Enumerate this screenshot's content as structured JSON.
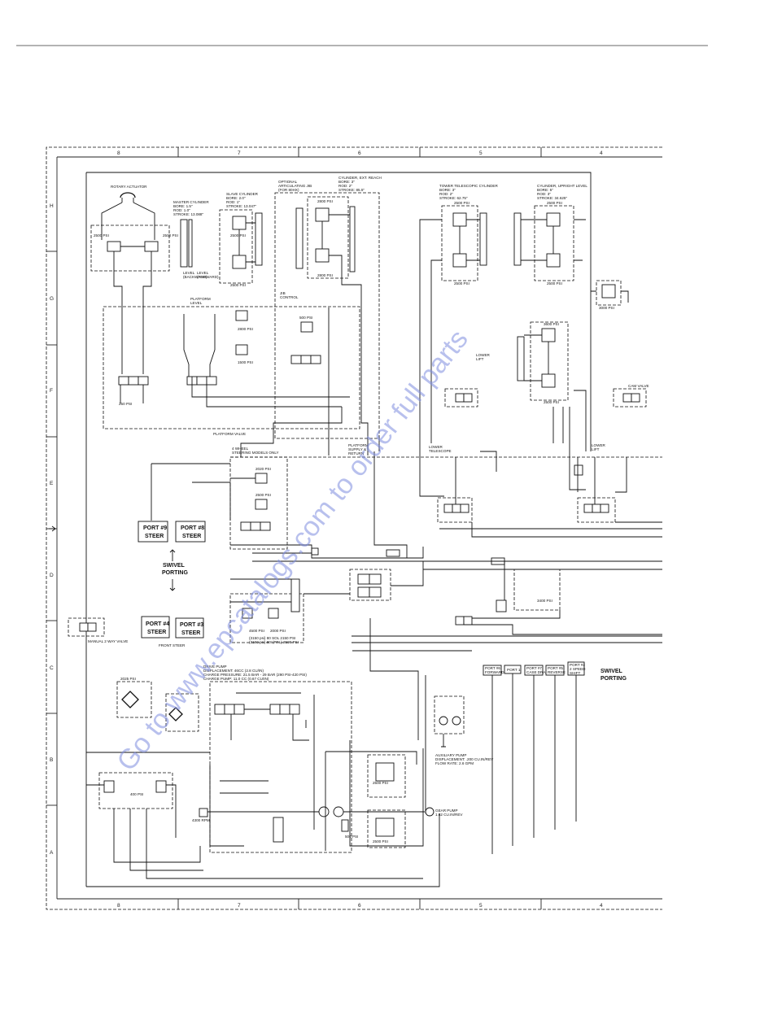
{
  "header": {
    "rule_color": "#9a9a9a"
  },
  "grid": {
    "columns": [
      "8",
      "7",
      "6",
      "5",
      "4"
    ],
    "rows": [
      "H",
      "G",
      "F",
      "E",
      "D",
      "C",
      "B",
      "A"
    ]
  },
  "components": {
    "rotary_actuator": "ROTARY ACTUATOR",
    "master_cylinder": [
      "MASTER CYLINDER",
      "BORE: 1.5\"",
      "ROD: 1.0\"",
      "STROKE: 13.088\""
    ],
    "slave_cylinder": [
      "SLAVE CYLINDER",
      "BORE: 2.0\"",
      "ROD: 1\"",
      "STROKE: 13.047\""
    ],
    "jib": [
      "OPTIONAL",
      "ARTICULATING JIB",
      "(FOR 80HX)"
    ],
    "ext_reach": [
      "CYLINDER, EXT. REACH",
      "BORE: 3\"",
      "ROD: 2\"",
      "STROKE: 85.5\""
    ],
    "tower_tele": [
      "TOWER TELESCOPIC CYLINDER",
      "BORE: 3\"",
      "ROD: 2\"",
      "STROKE: 62.75\""
    ],
    "upright_level": [
      "CYLINDER, UPRIGHT LEVEL",
      "BORE: 5\"",
      "ROD: 3\"",
      "STROKE: 34.625\""
    ],
    "lower_lift": [
      "LOWER",
      "LIFT"
    ],
    "cam_valve": "CAM VALVE",
    "level_back": [
      "LEVEL",
      "(BACKWARD)"
    ],
    "level_fwd": [
      "LEVEL",
      "(FORWARD)"
    ],
    "platform_level": [
      "PLATFORM",
      "LEVEL"
    ],
    "jib_control": [
      "JIB",
      "CONTROL"
    ],
    "platform_valve": "PLATFORM VALVE",
    "platform_supply": [
      "PLATFORM",
      "SUPPLY &",
      "RETURN"
    ],
    "lower_tele": [
      "LOWER",
      "TELESCOPE"
    ],
    "steer4": [
      "4 WHEEL",
      "STEERING MODELS ONLY"
    ],
    "manual_valve": "MANUAL 2 WAY VALVE",
    "front_steer": "FRONT STEER",
    "drive_pump": [
      "DRIVE PUMP",
      "DISPLACEMENT: 46CC (2.8 CU/IN)",
      "CHARGE PRESSURE: 21.5 BAR - 29 BAR (290 PSI-420 PSI)",
      "CHARGE PUMP: 11.0 CC (0.67 CU/IN)"
    ],
    "aux_pump": [
      "AUXILIARY PUMP",
      "DISPLACEMENT: .200 CU.IN/REV",
      "FLOW RATE: 2.6 GPM"
    ],
    "gear_pump": [
      "GEAR PUMP",
      "1.62 CU.IN/REV"
    ],
    "rpm": "4300 RPM",
    "relief_note": [
      "(3150 psi) 80 SOL 2150 PSI",
      "(3150 psi) 80' (PPL) 3500 PSI"
    ]
  },
  "pressures": {
    "p2500": "2500 PSI",
    "p2600": "2600 PSI",
    "p2800": "2800 PSI",
    "p1500": "1500 PSI",
    "p3000": "3000 PSI",
    "p3500": "3500 PSI",
    "p250": "250 PSI",
    "p500": "500 PSI",
    "p2025": "2025 PSI",
    "p3600": "3600 PSI",
    "p400": "400 PSI",
    "p3400": "3400 PSI",
    "p2020": "2020 PSI",
    "p4500": "4500 PSI",
    "p2000": "2000 PSI"
  },
  "ports": {
    "p9": [
      "PORT #9",
      "STEER"
    ],
    "p8": [
      "PORT #8",
      "STEER"
    ],
    "p4": [
      "PORT #4",
      "STEER"
    ],
    "p3": [
      "PORT #3",
      "STEER"
    ],
    "swivel_left": [
      "SWIVEL",
      "PORTING"
    ],
    "swivel_right": [
      "SWIVEL",
      "PORTING"
    ],
    "small": [
      [
        "PORT #6",
        "FORWARD"
      ],
      [
        "PORT 1"
      ],
      [
        "PORT #7",
        "CASE DRAIN"
      ],
      [
        "PORT #5",
        "REVERSE"
      ],
      [
        "PORT #2",
        "2 SPEED",
        "SHIFT"
      ]
    ]
  },
  "watermark": "Go to www.epcatalogs.com to order full parts"
}
